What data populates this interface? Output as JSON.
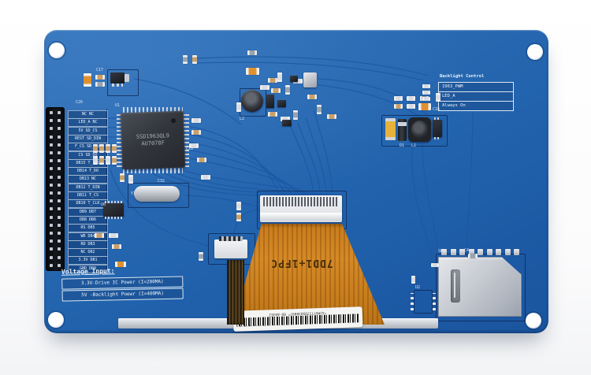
{
  "board": {
    "main_ic": {
      "line1": "SSD1963QL9",
      "line2": "AU7078F"
    },
    "pin_labels": [
      "NC NC",
      "LED_A NC",
      "5V SD_CS",
      "REST SD_DIN",
      "F_CS SD_CLK",
      "CS SD_DO",
      "DB15 T_IRQ",
      "DB14 T_DO",
      "DB13 NC",
      "DB12 T_DIN",
      "DB11 T_CS",
      "DB10 T_CLK",
      "DB9 DB7",
      "DB8 DB6",
      "RS DB5",
      "WR DB4",
      "RD DB3",
      "NC DB2",
      "3.3V DB1",
      "GND DB0"
    ],
    "backlight_control": {
      "title": "Backlight Control",
      "options": [
        "1963_PWM",
        "LED_A",
        "Always On"
      ]
    },
    "voltage_input": {
      "title": "Voltage Input:",
      "lines": [
        "3.3V-Drive IC Power (I=200MA)",
        "5V -Backlight Poewr (I=400MA)"
      ]
    },
    "fpc_ribbon_label": "7DD1+1FPC",
    "sticker": {
      "line": "*4JMSYT17D5030897* 6D-A03E2"
    },
    "refs": [
      "C26",
      "C17",
      "C18",
      "C32",
      "L2",
      "C16",
      "D1",
      "L1",
      "U1",
      "Y1",
      "U6",
      "U2",
      "SD1",
      "C4"
    ],
    "colors": {
      "pcb_blue": "#2667b0",
      "silkscreen": "#e9f1f9",
      "fpc_orange": "#cf8420",
      "trace_blue": "#1b57a4"
    }
  }
}
